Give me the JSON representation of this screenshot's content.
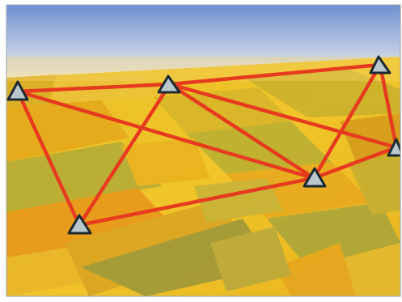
{
  "scene": {
    "colors": {
      "sky_top": "#6f8fd0",
      "sky_bottom": "#f4f0e6",
      "field_base": "#e9c21f",
      "field_orange": "#e9a11a",
      "field_green": "#b7b23c",
      "field_olive": "#8f8a2c",
      "line": "#e63b1e",
      "marker_fill": "#b9c7cf",
      "marker_stroke": "#1c2a30"
    },
    "markers": [
      {
        "id": "left"
      },
      {
        "id": "center-top"
      },
      {
        "id": "right-top"
      },
      {
        "id": "right"
      },
      {
        "id": "center-right"
      },
      {
        "id": "bottom-left"
      }
    ]
  }
}
